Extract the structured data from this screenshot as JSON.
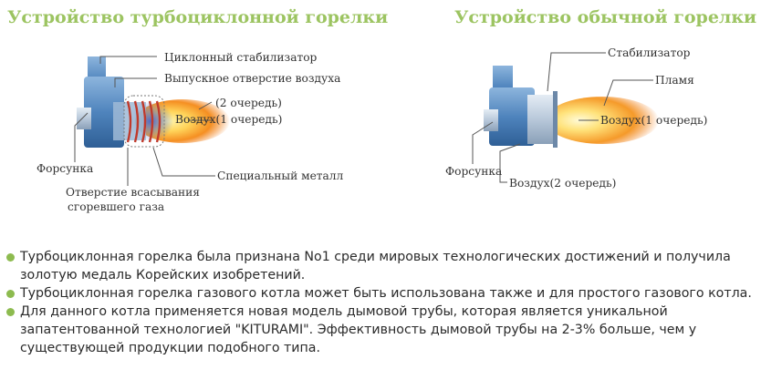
{
  "left": {
    "title": "Устройство турбоциклонной горелки",
    "labels": {
      "cyclone_stabilizer": "Циклонный стабилизатор",
      "air_outlet": "Выпускное отверстие воздуха",
      "second_stage": "(2 очередь)",
      "air_first": "Воздух(1 очередь)",
      "nozzle": "Форсунка",
      "special_metal": "Специальный металл",
      "intake_line1": "Отверстие всасывания",
      "intake_line2": "сгоревшего газа"
    }
  },
  "right": {
    "title": "Устройство обычной горелки",
    "labels": {
      "stabilizer": "Стабилизатор",
      "flame": "Пламя",
      "air_first": "Воздух(1 очередь)",
      "nozzle": "Форсунка",
      "air_second": "Воздух(2 очередь)"
    }
  },
  "bullets": [
    "Турбоциклонная горелка была признана No1 среди мировых технологических достижений и получила золотую медаль Корейских изобретений.",
    "Турбоциклонная горелка газового котла может быть использована также и для простого газового котла.",
    "Для данного котла применяется новая модель дымовой трубы, которая является уникальной запатентованной технологией \"KITURAMI\". Эффективность дымовой трубы на 2-3% больше, чем у существующей продукции подобного типа."
  ],
  "colors": {
    "title": "#9cc461",
    "bullet": "#8dbb4f",
    "burner_blue": "#5b8fc4",
    "flame_orange": "#f59a2a",
    "flame_core": "#fff3a8",
    "coil": "#c0392b"
  }
}
